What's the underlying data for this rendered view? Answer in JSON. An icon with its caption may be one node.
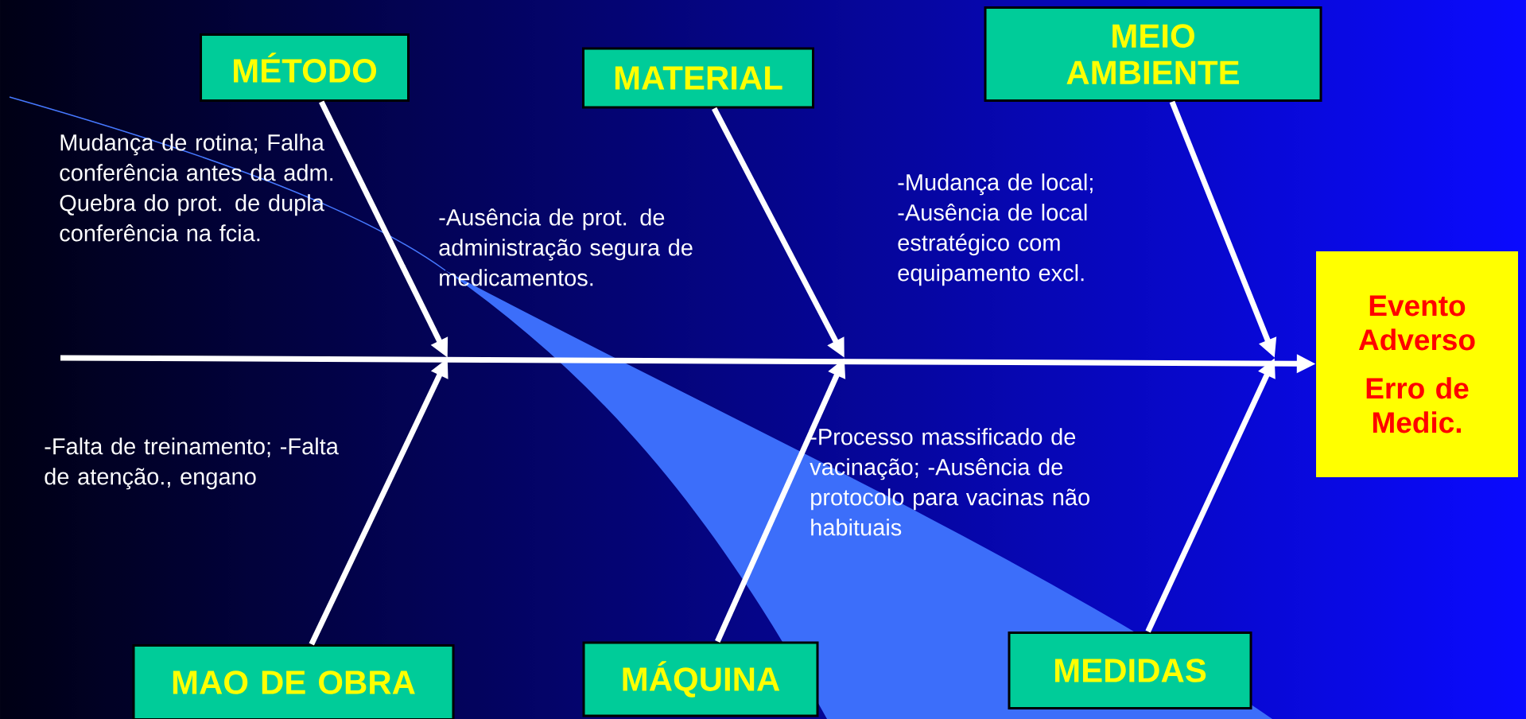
{
  "diagram": {
    "nodes": [
      {
        "text": [
          "MÉTODO"
        ]
      },
      {
        "text": [
          "MATERIAL"
        ]
      },
      {
        "text": [
          "MEIO AMBIENTE"
        ]
      },
      {
        "text": [
          "Evento Adverso",
          "Erro de Medic."
        ]
      },
      {
        "text": [
          "MAO DE OBRA"
        ]
      },
      {
        "text": [
          "MÁQUINA"
        ]
      },
      {
        "text": [
          "MEDIDAS"
        ]
      }
    ],
    "edges": [
      {
        "from": null,
        "to": 3,
        "arrow": "to"
      },
      {
        "from": 0,
        "to": null,
        "arrow": "to"
      },
      {
        "from": 1,
        "to": null,
        "arrow": "to"
      },
      {
        "from": 2,
        "to": null,
        "arrow": "to"
      },
      {
        "from": 4,
        "to": null,
        "arrow": "to"
      },
      {
        "from": 5,
        "to": null,
        "arrow": "to"
      },
      {
        "from": 6,
        "to": null,
        "arrow": "to"
      }
    ],
    "labels": [
      "Mudança de rotina; Falha conferência antes da adm. Quebra do prot. de dupla conferência na fcia.",
      "-Ausência de prot. de administração segura de medicamentos.",
      "-Mudança de local; -Ausência de  local estratégico com equipamento excl.",
      "-Falta de treinamento; -Falta de atenção., engano",
      "-Processo massificado de  vacinação; -Ausência de protocolo para vacinas não habituais"
    ]
  }
}
